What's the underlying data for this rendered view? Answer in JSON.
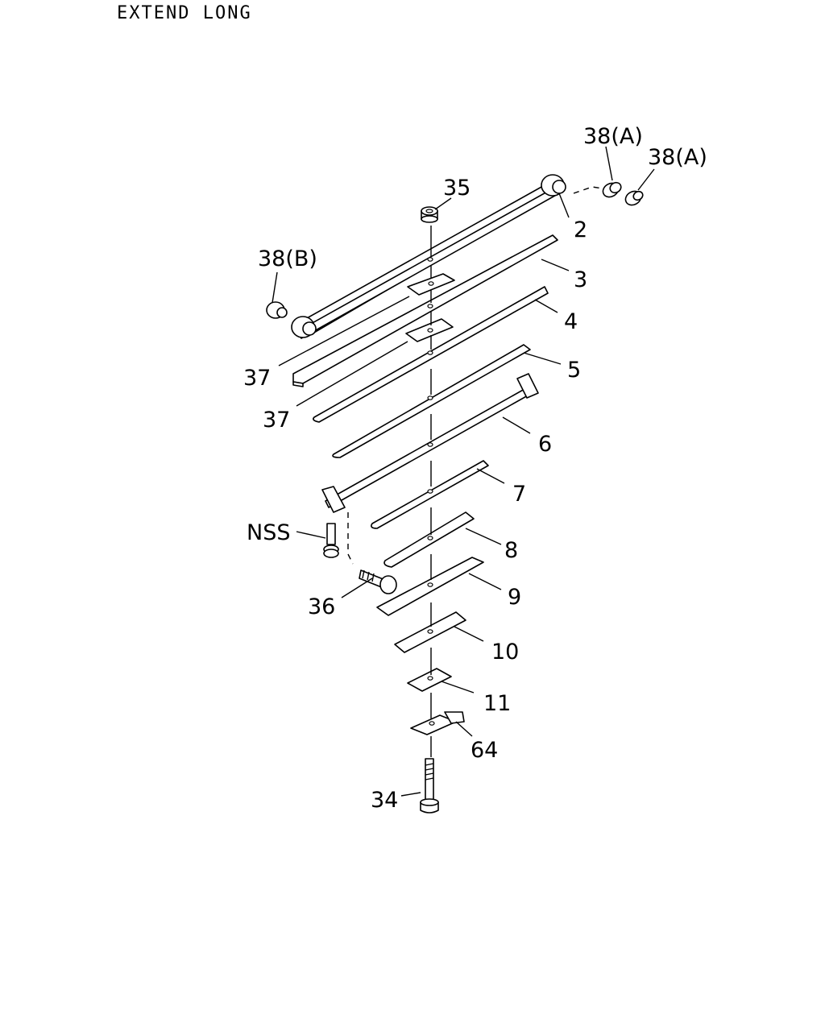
{
  "title": "EXTEND LONG",
  "callouts": {
    "c38a_1": "38(A)",
    "c38a_2": "38(A)",
    "c35": "35",
    "c2": "2",
    "c38b": "38(B)",
    "c3": "3",
    "c4": "4",
    "c37_1": "37",
    "c5": "5",
    "c37_2": "37",
    "c6": "6",
    "c7": "7",
    "cnss": "NSS",
    "c8": "8",
    "c9": "9",
    "c36": "36",
    "c10": "10",
    "c11": "11",
    "c64": "64",
    "c34": "34"
  }
}
